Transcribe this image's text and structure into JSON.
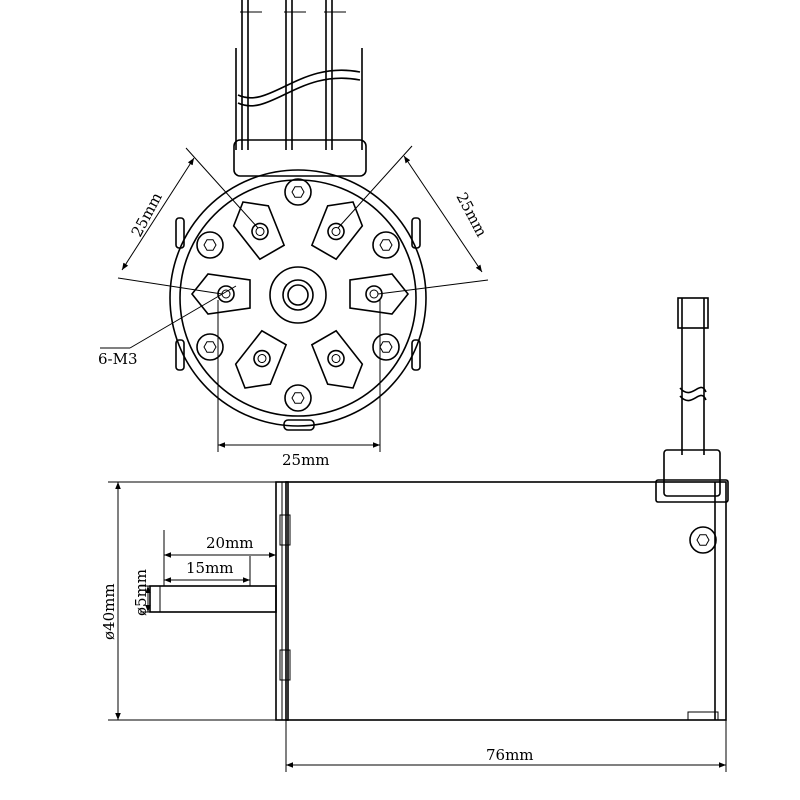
{
  "labels": {
    "front_left_dim": "25mm",
    "front_right_dim": "25mm",
    "front_bottom_dim": "25mm",
    "screw_callout": "6-M3",
    "shaft_outer_len": "20mm",
    "shaft_inner_len": "15mm",
    "shaft_dia": "ø5mm",
    "body_dia": "ø40mm",
    "body_len": "76mm"
  },
  "colors": {
    "line": "#000000",
    "background": "#ffffff"
  }
}
